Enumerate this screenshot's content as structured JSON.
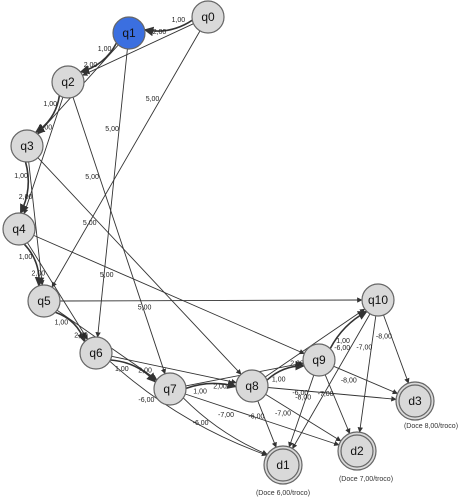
{
  "states": [
    {
      "id": "q0",
      "label": "q0",
      "active": false,
      "accepting": false
    },
    {
      "id": "q1",
      "label": "q1",
      "active": true,
      "accepting": false
    },
    {
      "id": "q2",
      "label": "q2",
      "active": false,
      "accepting": false
    },
    {
      "id": "q3",
      "label": "q3",
      "active": false,
      "accepting": false
    },
    {
      "id": "q4",
      "label": "q4",
      "active": false,
      "accepting": false
    },
    {
      "id": "q5",
      "label": "q5",
      "active": false,
      "accepting": false
    },
    {
      "id": "q6",
      "label": "q6",
      "active": false,
      "accepting": false
    },
    {
      "id": "q7",
      "label": "q7",
      "active": false,
      "accepting": false
    },
    {
      "id": "q8",
      "label": "q8",
      "active": false,
      "accepting": false
    },
    {
      "id": "q9",
      "label": "q9",
      "active": false,
      "accepting": false
    },
    {
      "id": "q10",
      "label": "q10",
      "active": false,
      "accepting": false
    },
    {
      "id": "d1",
      "label": "d1",
      "active": false,
      "accepting": true
    },
    {
      "id": "d2",
      "label": "d2",
      "active": false,
      "accepting": true
    },
    {
      "id": "d3",
      "label": "d3",
      "active": false,
      "accepting": true
    }
  ],
  "captions": {
    "d1": "(Doce 6,00/troco)",
    "d2": "(Doce 7,00/troco)",
    "d3": "(Doce 8,00/troco)"
  },
  "transitions": [
    {
      "from": "q0",
      "to": "q1",
      "label": "1,00"
    },
    {
      "from": "q0",
      "to": "q2",
      "label": "2,00"
    },
    {
      "from": "q0",
      "to": "q5",
      "label": "5,00"
    },
    {
      "from": "q1",
      "to": "q2",
      "label": "1,00"
    },
    {
      "from": "q1",
      "to": "q3",
      "label": "2,00"
    },
    {
      "from": "q1",
      "to": "q6",
      "label": "5,00"
    },
    {
      "from": "q2",
      "to": "q3",
      "label": "1,00"
    },
    {
      "from": "q2",
      "to": "q4",
      "label": "2,00"
    },
    {
      "from": "q2",
      "to": "q7",
      "label": "5,00"
    },
    {
      "from": "q3",
      "to": "q4",
      "label": "1,00"
    },
    {
      "from": "q3",
      "to": "q5",
      "label": "2,00"
    },
    {
      "from": "q3",
      "to": "q8",
      "label": "5,00"
    },
    {
      "from": "q4",
      "to": "q5",
      "label": "1,00"
    },
    {
      "from": "q4",
      "to": "q6",
      "label": "2,00"
    },
    {
      "from": "q4",
      "to": "q9",
      "label": "5,00"
    },
    {
      "from": "q5",
      "to": "q6",
      "label": "1,00"
    },
    {
      "from": "q5",
      "to": "q7",
      "label": "2,00"
    },
    {
      "from": "q5",
      "to": "q10",
      "label": "5,00"
    },
    {
      "from": "q6",
      "to": "q7",
      "label": "1,00"
    },
    {
      "from": "q6",
      "to": "q8",
      "label": "2,00"
    },
    {
      "from": "q6",
      "to": "d1",
      "label": "-6,00"
    },
    {
      "from": "q7",
      "to": "q8",
      "label": "1,00"
    },
    {
      "from": "q7",
      "to": "q9",
      "label": "2,00"
    },
    {
      "from": "q7",
      "to": "d1",
      "label": "-6,00"
    },
    {
      "from": "q7",
      "to": "d2",
      "label": "-7,00"
    },
    {
      "from": "q8",
      "to": "q9",
      "label": "1,00"
    },
    {
      "from": "q8",
      "to": "q10",
      "label": "2,00"
    },
    {
      "from": "q8",
      "to": "d1",
      "label": "-6,00"
    },
    {
      "from": "q8",
      "to": "d2",
      "label": "-7,00"
    },
    {
      "from": "q8",
      "to": "d3",
      "label": "-8,00"
    },
    {
      "from": "q9",
      "to": "q10",
      "label": "1,00"
    },
    {
      "from": "q9",
      "to": "d1",
      "label": "-6,00"
    },
    {
      "from": "q9",
      "to": "d2",
      "label": "-7,00"
    },
    {
      "from": "q9",
      "to": "d3",
      "label": "-8,00"
    },
    {
      "from": "q10",
      "to": "d1",
      "label": "-6,00"
    },
    {
      "from": "q10",
      "to": "d2",
      "label": "-7,00"
    },
    {
      "from": "q10",
      "to": "d3",
      "label": "-8,00"
    }
  ],
  "colors": {
    "state_fill": "#d9d9d9",
    "state_stroke": "#666666",
    "active_fill": "#3b6fe0",
    "edge": "#333333"
  }
}
